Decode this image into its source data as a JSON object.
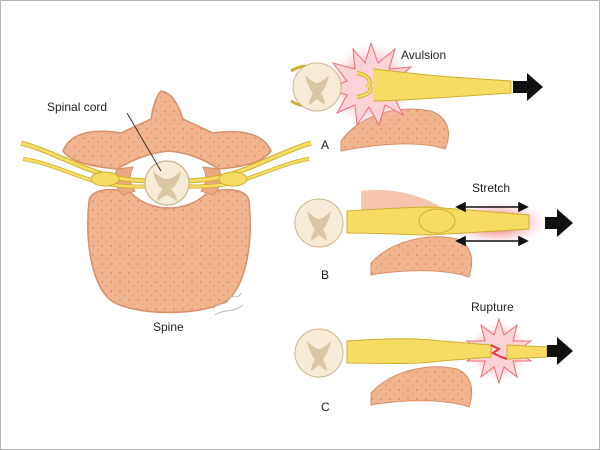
{
  "labels": {
    "spinal_cord": "Spinal cord",
    "spine": "Spine",
    "avulsion": "Avulsion",
    "stretch": "Stretch",
    "rupture": "Rupture",
    "panel_a": "A",
    "panel_b": "B",
    "panel_c": "C"
  },
  "colors": {
    "bone_fill": "#f0b48f",
    "bone_edge": "#d88f6a",
    "nerve_fill": "#f6dc63",
    "nerve_edge": "#cfae2e",
    "cord_outer": "#f6ecd6",
    "cord_gray": "#d9c6a2",
    "injury_glow": "#f59aa2",
    "injury_core": "#e5383f",
    "arrow": "#111111"
  }
}
